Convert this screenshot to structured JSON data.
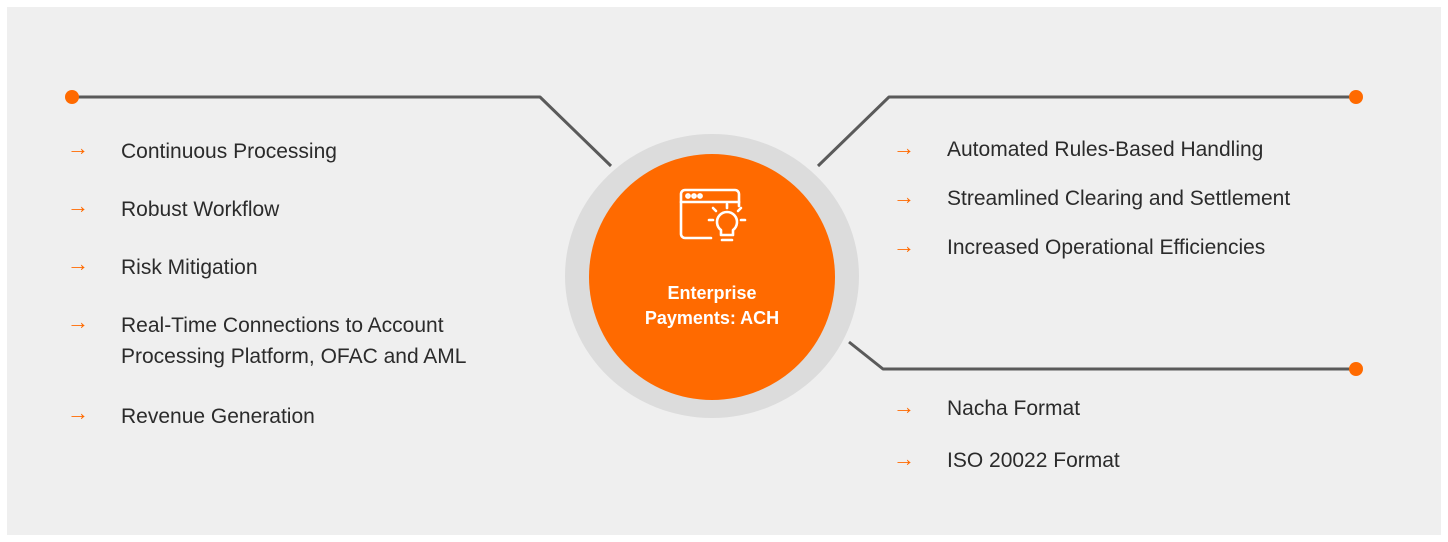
{
  "hub": {
    "title_line1": "Enterprise",
    "title_line2": "Payments: ACH",
    "icon": "browser-lightbulb-icon"
  },
  "left_list": [
    {
      "text": "Continuous Processing"
    },
    {
      "text": "Robust Workflow"
    },
    {
      "text": "Risk Mitigation"
    },
    {
      "text": "Real-Time Connections to Account Processing Platform, OFAC and AML"
    },
    {
      "text": "Revenue Generation"
    }
  ],
  "top_right_list": [
    {
      "text": "Automated Rules-Based Handling"
    },
    {
      "text": "Streamlined Clearing and Settlement"
    },
    {
      "text": "Increased Operational Efficiencies"
    }
  ],
  "bottom_right_list": [
    {
      "text": "Nacha Format"
    },
    {
      "text": "ISO 20022 Format"
    }
  ],
  "colors": {
    "accent": "#ff6a00",
    "background": "#efefef",
    "ring": "#dcdcdc",
    "connector": "#5a5a5a",
    "text": "#2b2b2b"
  },
  "bullet_icon": "arrow-right-icon"
}
